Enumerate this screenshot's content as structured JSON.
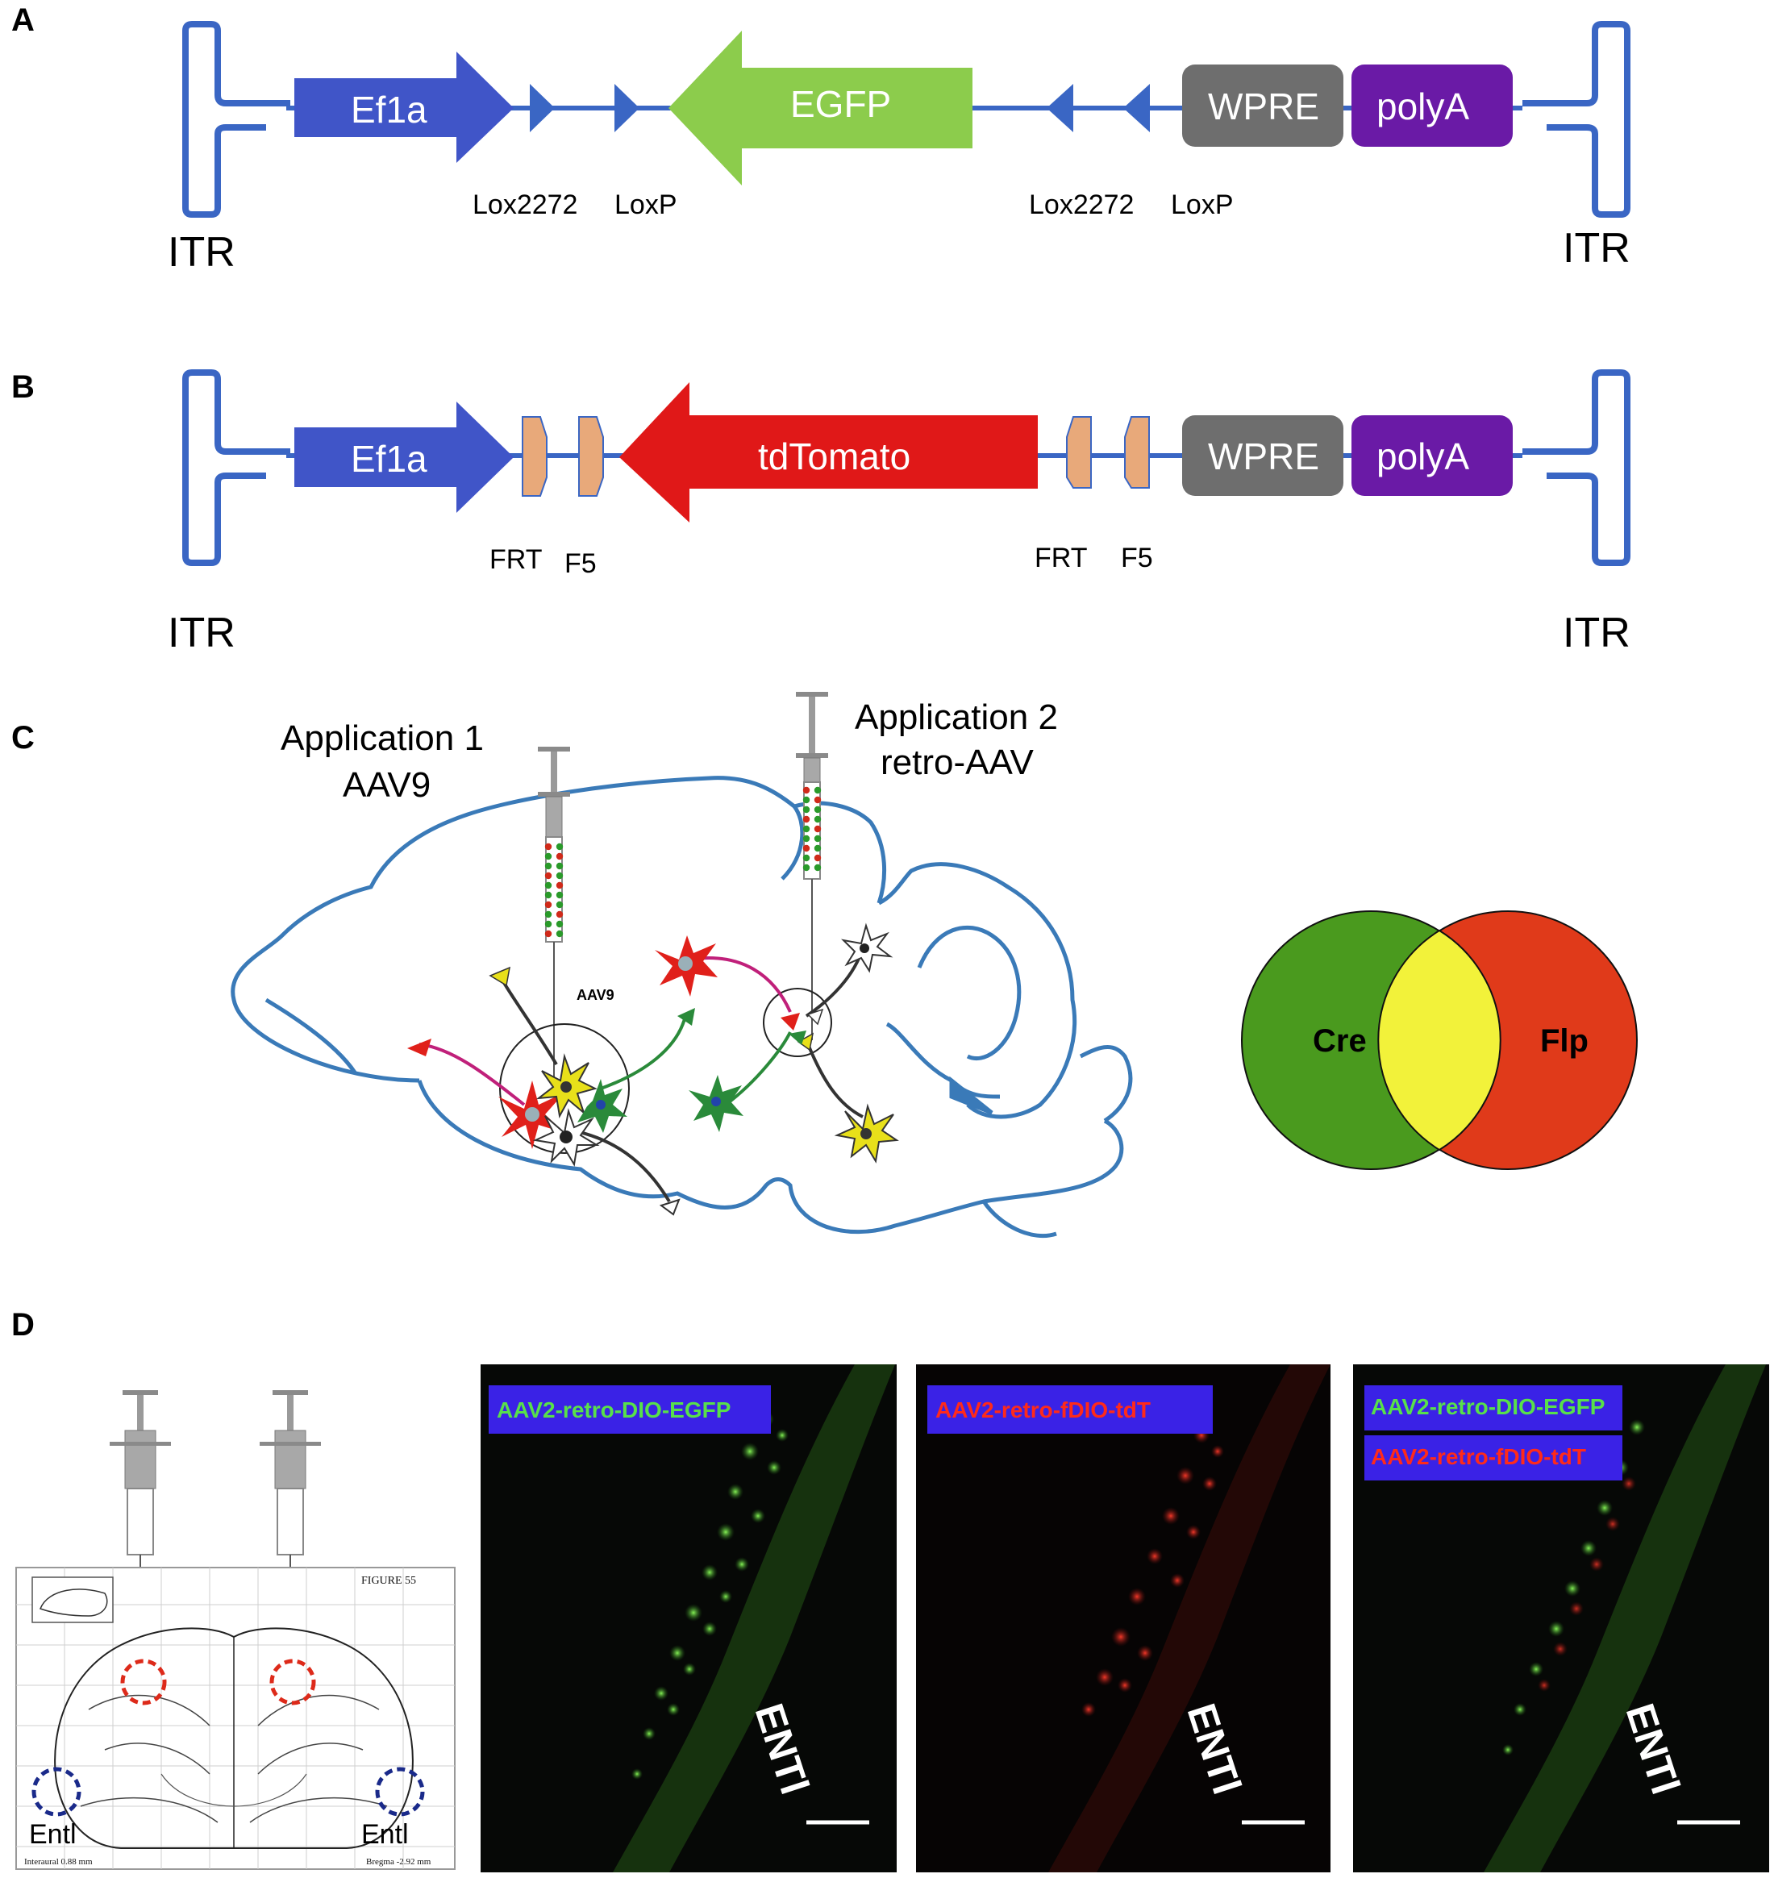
{
  "panelA": {
    "letter": "A",
    "itr_left": "ITR",
    "itr_right": "ITR",
    "promoter": "Ef1a",
    "gene": "EGFP",
    "wpre": "WPRE",
    "polya": "polyA",
    "site1": "Lox2272",
    "site2": "LoxP",
    "site3": "Lox2272",
    "site4": "LoxP"
  },
  "panelB": {
    "letter": "B",
    "itr_left": "ITR",
    "itr_right": "ITR",
    "promoter": "Ef1a",
    "gene": "tdTomato",
    "wpre": "WPRE",
    "polya": "polyA",
    "site1": "FRT",
    "site2": "F5",
    "site3": "FRT",
    "site4": "F5"
  },
  "panelC": {
    "letter": "C",
    "app1_line1": "Application 1",
    "app1_line2": "AAV9",
    "app2_line1": "Application 2",
    "app2_line2": "retro-AAV",
    "brain_label": "AAV9",
    "venn_left": "Cre",
    "venn_right": "Flp"
  },
  "panelD": {
    "letter": "D",
    "atlas_header": "FIGURE 55",
    "atlas_left_footer": "Interaural 0.88 mm",
    "atlas_right_footer": "Bregma -2.92 mm",
    "entl_left": "Entl",
    "entl_right": "Entl",
    "image1_label": "AAV2-retro-DIO-EGFP",
    "image2_label": "AAV2-retro-fDIO-tdT",
    "image3_label1": "AAV2-retro-DIO-EGFP",
    "image3_label2": "AAV2-retro-fDIO-tdT",
    "region": "ENTl"
  },
  "colors": {
    "blue_line": "#3a66c4",
    "ef1a": "#4055c8",
    "egfp": "#8ccc4c",
    "tdtomato": "#e01818",
    "wpre": "#6e6e6e",
    "polya": "#6a1aa6",
    "frt": "#e8a97a",
    "venn_green": "#4a9a1e",
    "venn_red": "#e03a1a",
    "venn_yellow": "#f2f23a",
    "label_bg": "#3a22e6",
    "green_text": "#58e04a",
    "red_text": "#ff2a1a"
  }
}
